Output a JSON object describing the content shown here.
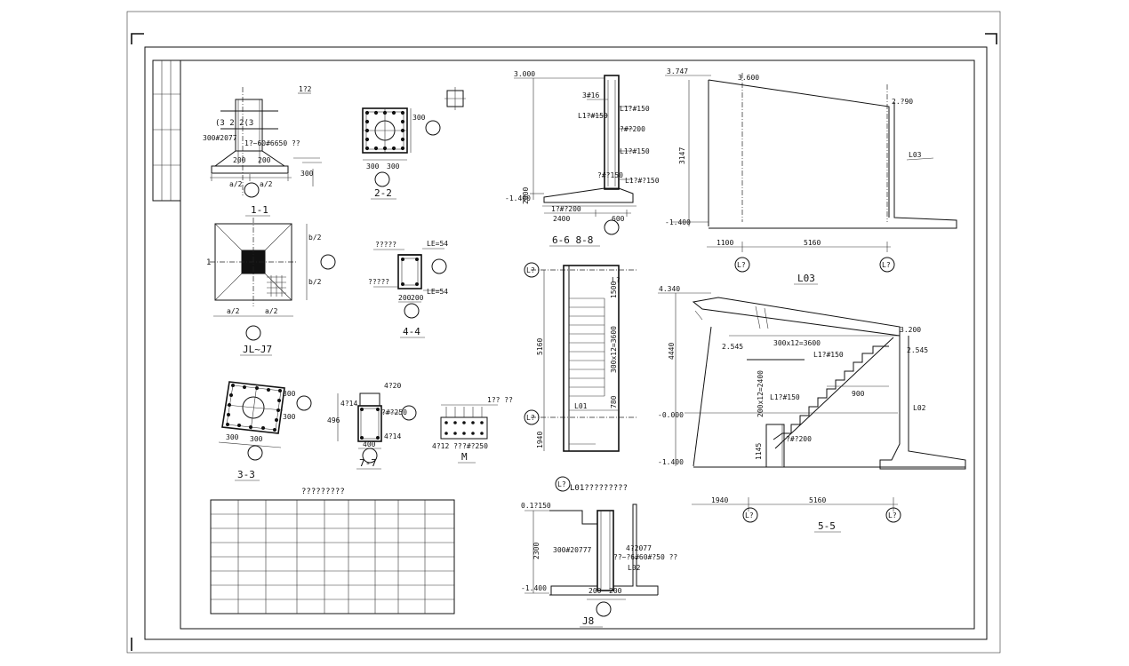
{
  "sheet": {
    "table_title": "?????????"
  },
  "views": {
    "sec11": {
      "title": "1-1",
      "dims": [
        "a/2",
        "a/2",
        "200",
        "200",
        "300"
      ],
      "notes": [
        "(3 2 2(3",
        "300#2077",
        "1?~60#6650 ??",
        "1?2"
      ]
    },
    "sec22": {
      "title": "2-2",
      "dims": [
        "300",
        "300",
        "300"
      ]
    },
    "jlj7": {
      "title": "JL~J7",
      "dims": [
        "a/2",
        "a/2",
        "b/2",
        "b/2"
      ],
      "notes": [
        "1"
      ]
    },
    "sec44": {
      "title": "4-4",
      "dims": [
        "200",
        "200"
      ],
      "notes": [
        "?????",
        "LE=54",
        "?????",
        "LE=54"
      ]
    },
    "sec33": {
      "title": "3-3",
      "dims": [
        "300",
        "300",
        "300",
        "300"
      ]
    },
    "sec77": {
      "title": "7-7",
      "dims": [
        "4?20",
        "4?14",
        "496",
        "400",
        "4?14",
        "?#?250"
      ]
    },
    "secM": {
      "title": "M",
      "notes": [
        "1?? ??",
        "4?12 ??",
        "?#?250"
      ]
    },
    "sec6688": {
      "title": "6-6 8-8",
      "dims": [
        "3.000",
        "-1.400",
        "2400",
        "600",
        "2000"
      ],
      "notes": [
        "L1?#150",
        "3#16",
        "L1?#150",
        "?#?200",
        "L1?#150",
        "L1?#?150",
        "?#?150",
        "1?#?200"
      ]
    },
    "l03": {
      "title": "L03",
      "dims": [
        "3.747",
        "3.600",
        "2.?90",
        "3147",
        "-1.400",
        "1100",
        "5160"
      ],
      "notes": [
        "L03"
      ],
      "axes": [
        "L?",
        "L?"
      ]
    },
    "plan": {
      "dims": [
        "5160",
        "1940",
        "300x12=3600",
        "780",
        "1500"
      ],
      "notes": [
        "L01",
        "L01?????????",
        "L?"
      ],
      "axes": [
        "L?",
        "L?",
        "L?"
      ]
    },
    "sec55": {
      "title": "5-5",
      "dims": [
        "4.340",
        "4440",
        "2.545",
        "3.200",
        "2.545",
        "300x12=3600",
        "200x12=2400",
        "-0.000",
        "-1.400",
        "1145",
        "900",
        "1940",
        "5160"
      ],
      "notes": [
        "L02",
        "L1?#150",
        "L1?#150",
        "?#?200"
      ],
      "axes": [
        "L?",
        "L?"
      ]
    },
    "j8": {
      "title": "J8",
      "dims": [
        "0.1?150",
        "2300",
        "-1.400",
        "200",
        "200"
      ],
      "notes": [
        "4?2077",
        "300#20777",
        "??~?6#60#?50 ??",
        "L02"
      ]
    }
  }
}
